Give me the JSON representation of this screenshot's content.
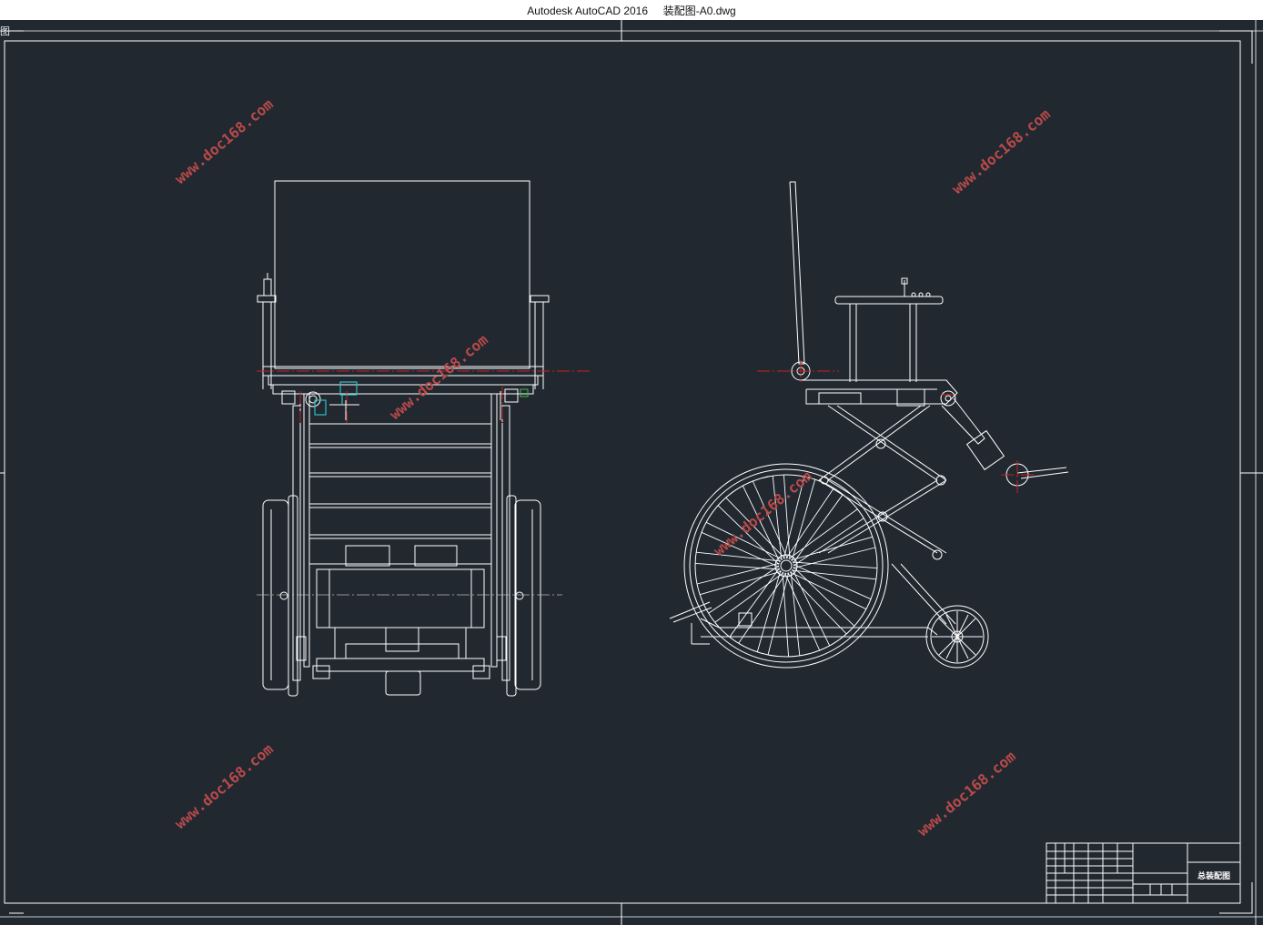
{
  "window": {
    "title": "Autodesk AutoCAD 2016     装配图-A0.dwg"
  },
  "viewport": {
    "label": "图"
  },
  "drawing": {
    "title_block": {
      "drawing_name": "总装配图"
    },
    "watermark": "www.doc168.com"
  },
  "colors": {
    "background": "#212830",
    "lines": "#ffffff",
    "centerline": "#cc2020",
    "watermark": "#b84a4a",
    "cyan_part": "#30c0c0"
  }
}
